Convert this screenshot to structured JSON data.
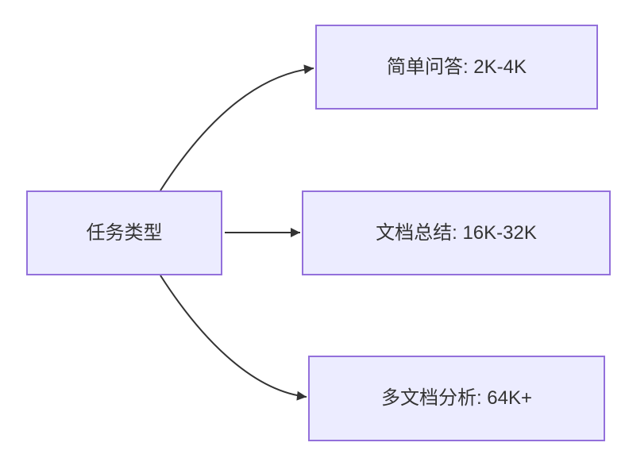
{
  "diagram": {
    "type": "flowchart",
    "direction": "LR",
    "root": {
      "id": "task-type",
      "label": "任务类型"
    },
    "branches": [
      {
        "id": "simple-qa",
        "label": "简单问答: 2K-4K"
      },
      {
        "id": "doc-summary",
        "label": "文档总结: 16K-32K"
      },
      {
        "id": "multi-doc",
        "label": "多文档分析: 64K+"
      }
    ],
    "edges": [
      {
        "from": "task-type",
        "to": "simple-qa"
      },
      {
        "from": "task-type",
        "to": "doc-summary"
      },
      {
        "from": "task-type",
        "to": "multi-doc"
      }
    ],
    "colors": {
      "node_fill": "#ECECFF",
      "node_border": "#9370DB",
      "edge": "#333333",
      "text": "#333333",
      "background": "#FFFFFF"
    }
  }
}
